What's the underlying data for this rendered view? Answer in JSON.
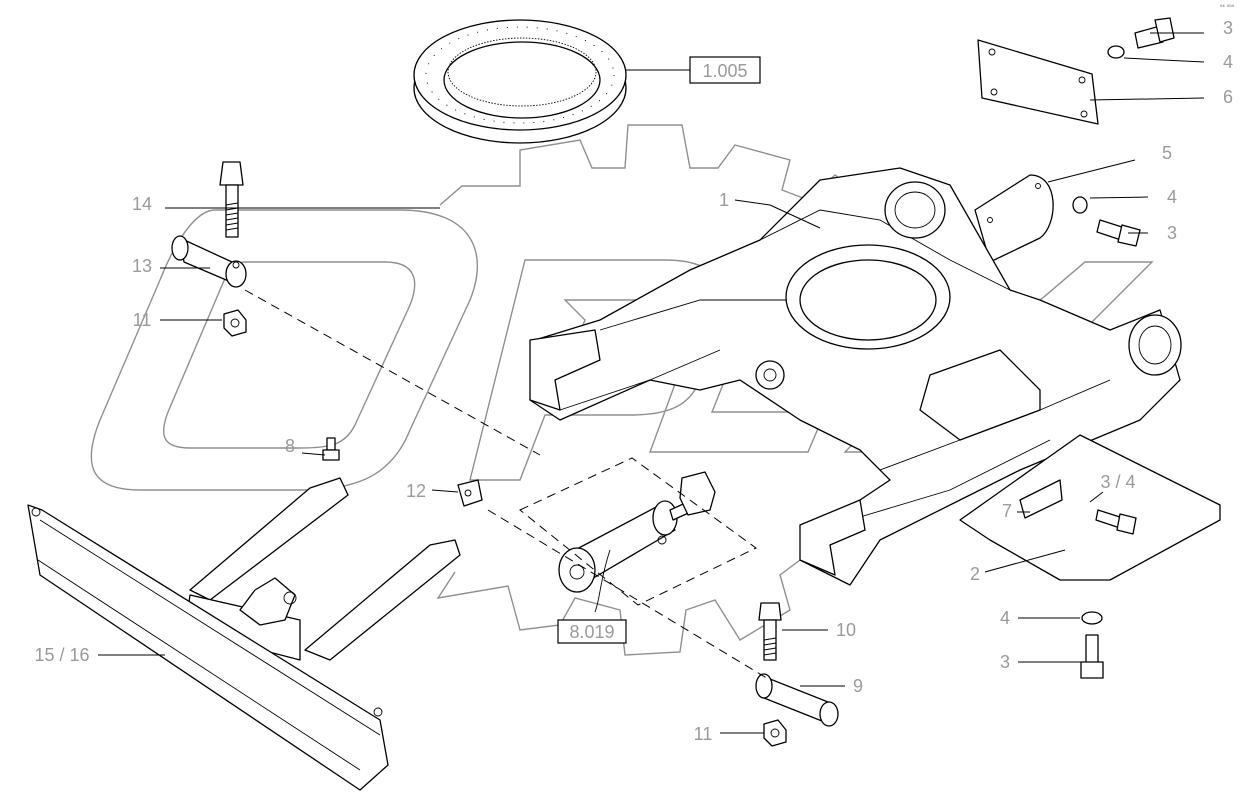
{
  "corner_mark": "⁰⁴ ⁰⁰⁴",
  "watermark": "OPEX",
  "references": {
    "ring": "1.005",
    "cylinder": "8.019"
  },
  "labels": {
    "l1": "1",
    "l2": "2",
    "l3a": "3",
    "l3b": "3",
    "l3c": "3",
    "l34": "3 / 4",
    "l4a": "4",
    "l4b": "4",
    "l4c": "4",
    "l5": "5",
    "l6": "6",
    "l7": "7",
    "l8": "8",
    "l9": "9",
    "l10": "10",
    "l11a": "11",
    "l11b": "11",
    "l12": "12",
    "l13": "13",
    "l14": "14",
    "l1516": "15 / 16"
  }
}
